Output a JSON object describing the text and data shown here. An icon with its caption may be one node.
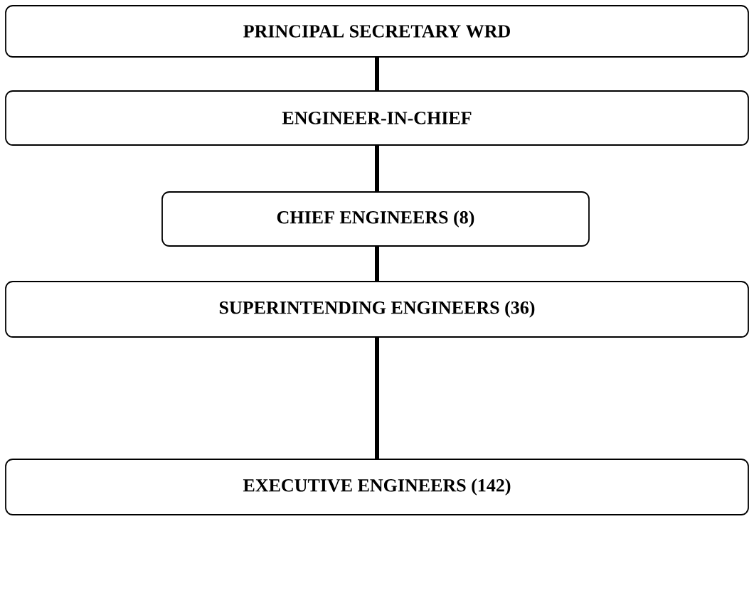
{
  "diagram": {
    "nodes": [
      {
        "text": [
          "PRINCIPAL SECRETARY WRD"
        ]
      },
      {
        "text": [
          "ENGINEER-IN-CHIEF"
        ]
      },
      {
        "text": [
          "CHIEF ENGINEERS (8)"
        ]
      },
      {
        "text": [
          "SUPERINTENDING ENGINEERS (36)"
        ]
      },
      {
        "text": [
          "EXECUTIVE ENGINEERS (142)"
        ]
      }
    ],
    "edges": [
      {
        "from": 0,
        "to": 1,
        "arrow": "none"
      },
      {
        "from": 1,
        "to": 2,
        "arrow": "none"
      },
      {
        "from": 2,
        "to": 3,
        "arrow": "none"
      },
      {
        "from": 3,
        "to": 4,
        "arrow": "none"
      }
    ]
  }
}
